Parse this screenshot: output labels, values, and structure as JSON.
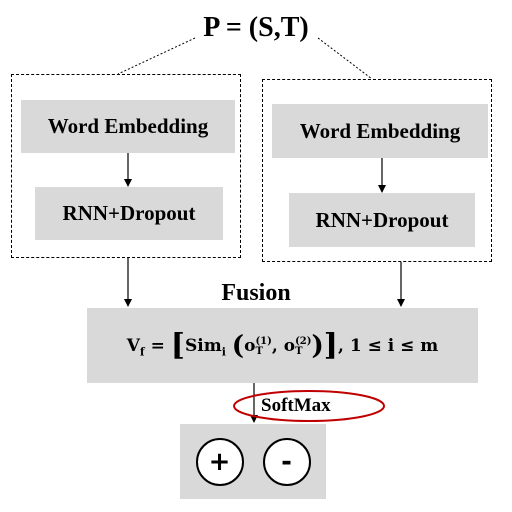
{
  "title": "P = (S,T)",
  "left_branch": {
    "embedding_label": "Word Embedding",
    "rnn_label": "RNN+Dropout"
  },
  "right_branch": {
    "embedding_label": "Word Embedding",
    "rnn_label": "RNN+Dropout"
  },
  "fusion": {
    "label": "Fusion",
    "formula": {
      "lhs": "V",
      "lhs_sub": "f",
      "sim": "Sim",
      "sim_sub": "i",
      "o": "o",
      "o_sub": "T",
      "sup1": "(1)",
      "sup2": "(2)",
      "range": "1 ≤ i ≤ m"
    }
  },
  "softmax_label": "SoftMax",
  "outputs": {
    "positive": "+",
    "negative": "-"
  },
  "colors": {
    "box_fill": "#d9d9d9",
    "ellipse_stroke": "#c00000"
  }
}
